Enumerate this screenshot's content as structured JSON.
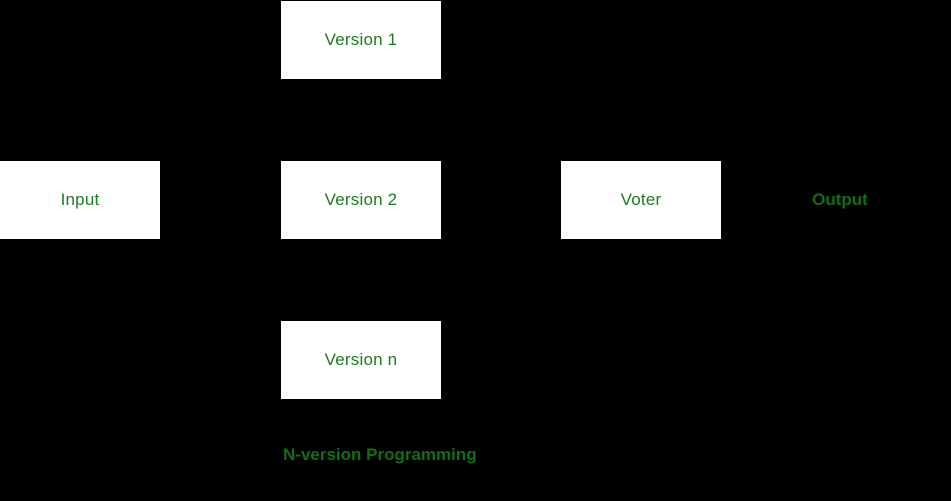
{
  "background_color": "#000000",
  "colors": {
    "box_background": "#ffffff",
    "box_text_green": "#1e7c1e",
    "accent_text_green": "#136e13"
  },
  "diagram": {
    "caption": "N-version Programming",
    "nodes": {
      "input": {
        "label": "Input"
      },
      "version1": {
        "label": "Version 1"
      },
      "version2": {
        "label": "Version 2"
      },
      "versionN": {
        "label": "Version n"
      },
      "voter": {
        "label": "Voter"
      },
      "output": {
        "label": "Output"
      }
    }
  }
}
